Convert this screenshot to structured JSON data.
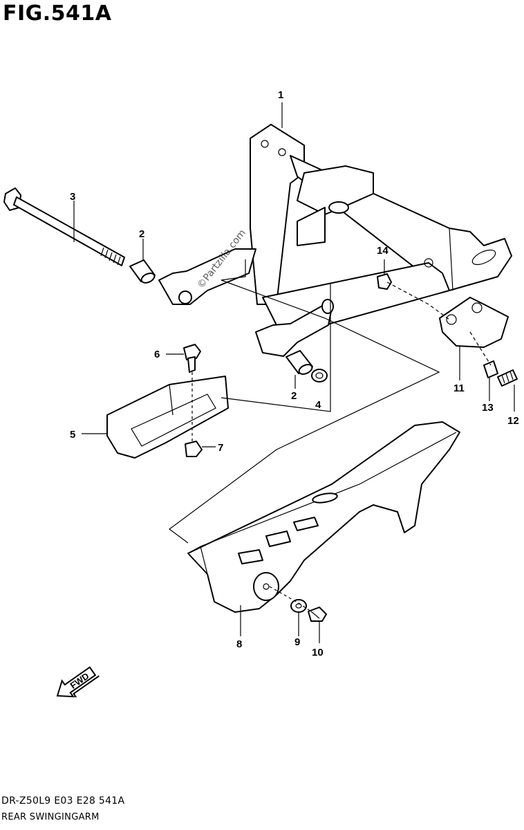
{
  "figure": {
    "title": "FIG.541A",
    "model_code": "DR-Z50L9  E03  E28  541A",
    "group_name": "REAR SWINGINGARM",
    "watermark": "©Partzilla.com",
    "direction_label": "FWD"
  },
  "callouts": [
    "1",
    "2",
    "3",
    "2",
    "4",
    "5",
    "6",
    "7",
    "8",
    "9",
    "10",
    "11",
    "12",
    "13",
    "14"
  ],
  "icons": {
    "direction_arrow": "fwd-arrow-icon"
  }
}
